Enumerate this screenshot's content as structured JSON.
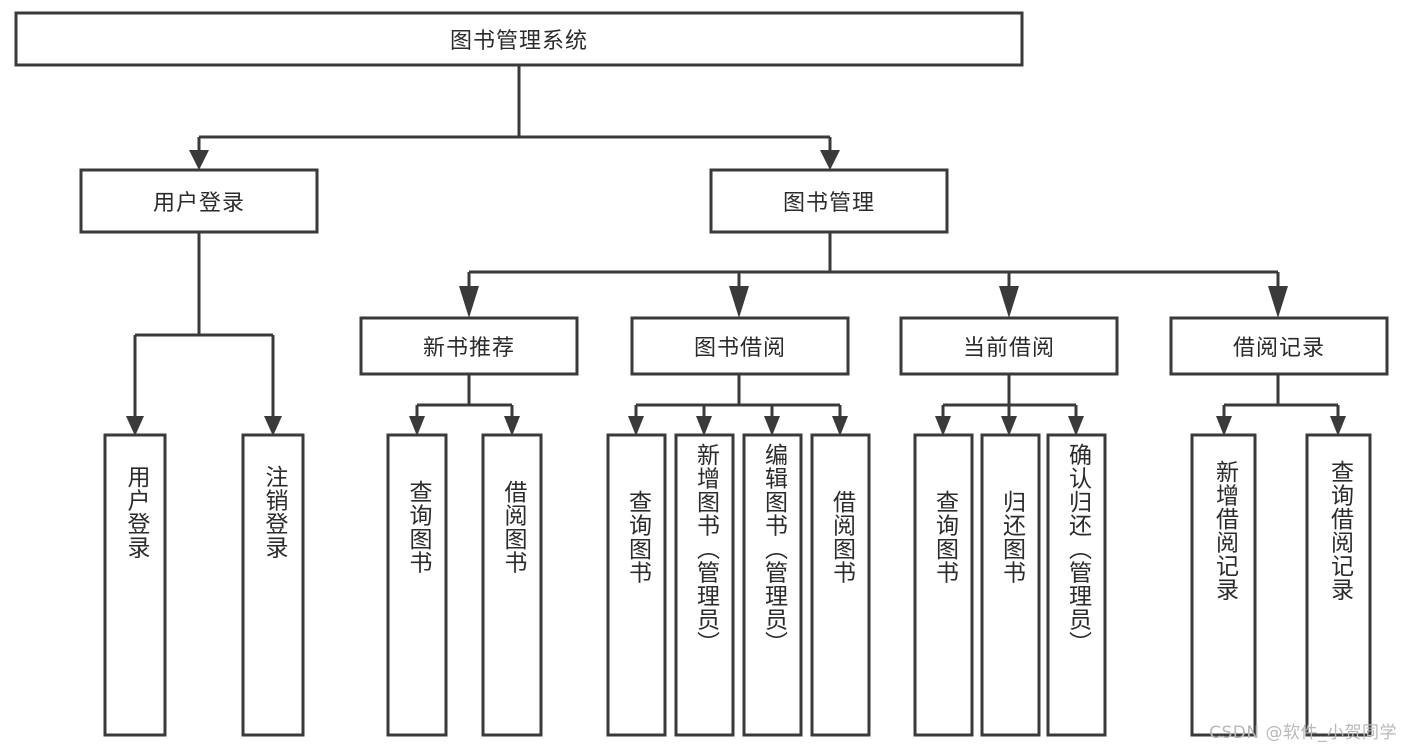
{
  "diagram": {
    "type": "tree-hierarchy",
    "title": "图书管理系统",
    "watermark": "CSDN @软件_小贺同学",
    "colors": {
      "box_stroke": "#3a3a3a",
      "box_fill": "#ffffff",
      "connector": "#3a3a3a",
      "text": "#2b2b2b",
      "background": "#ffffff",
      "watermark": "#b8b8b8"
    },
    "levels": {
      "root": "图书管理系统",
      "level2": [
        "用户登录",
        "图书管理"
      ],
      "level3": [
        "新书推荐",
        "图书借阅",
        "当前借阅",
        "借阅记录"
      ]
    },
    "nodes": {
      "root": {
        "label": "图书管理系统",
        "orientation": "horizontal"
      },
      "user_login": {
        "label": "用户登录",
        "orientation": "horizontal"
      },
      "book_manage": {
        "label": "图书管理",
        "orientation": "horizontal"
      },
      "new_book_rec": {
        "label": "新书推荐",
        "orientation": "horizontal"
      },
      "book_borrow": {
        "label": "图书借阅",
        "orientation": "horizontal"
      },
      "current_borrow": {
        "label": "当前借阅",
        "orientation": "horizontal"
      },
      "borrow_record": {
        "label": "借阅记录",
        "orientation": "horizontal"
      },
      "leaf_user_login": {
        "label": "用户登录",
        "orientation": "vertical"
      },
      "leaf_logout": {
        "label": "注销登录",
        "orientation": "vertical"
      },
      "leaf_query_book_1": {
        "label": "查询图书",
        "orientation": "vertical"
      },
      "leaf_borrow_book_1": {
        "label": "借阅图书",
        "orientation": "vertical"
      },
      "leaf_query_book_2": {
        "label": "查询图书",
        "orientation": "vertical"
      },
      "leaf_add_book": {
        "label": "新增图书（管理员）",
        "orientation": "vertical"
      },
      "leaf_edit_book": {
        "label": "编辑图书（管理员）",
        "orientation": "vertical"
      },
      "leaf_borrow_book_2": {
        "label": "借阅图书",
        "orientation": "vertical"
      },
      "leaf_query_book_3": {
        "label": "查询图书",
        "orientation": "vertical"
      },
      "leaf_return_book": {
        "label": "归还图书",
        "orientation": "vertical"
      },
      "leaf_confirm_return": {
        "label": "确认归还（管理员）",
        "orientation": "vertical"
      },
      "leaf_add_record": {
        "label": "新增借阅记录",
        "orientation": "vertical"
      },
      "leaf_query_record": {
        "label": "查询借阅记录",
        "orientation": "vertical"
      }
    },
    "edges": [
      {
        "from": "root",
        "to": "user_login"
      },
      {
        "from": "root",
        "to": "book_manage"
      },
      {
        "from": "user_login",
        "to": "leaf_user_login"
      },
      {
        "from": "user_login",
        "to": "leaf_logout"
      },
      {
        "from": "book_manage",
        "to": "new_book_rec"
      },
      {
        "from": "book_manage",
        "to": "book_borrow"
      },
      {
        "from": "book_manage",
        "to": "current_borrow"
      },
      {
        "from": "book_manage",
        "to": "borrow_record"
      },
      {
        "from": "new_book_rec",
        "to": "leaf_query_book_1"
      },
      {
        "from": "new_book_rec",
        "to": "leaf_borrow_book_1"
      },
      {
        "from": "book_borrow",
        "to": "leaf_query_book_2"
      },
      {
        "from": "book_borrow",
        "to": "leaf_add_book"
      },
      {
        "from": "book_borrow",
        "to": "leaf_edit_book"
      },
      {
        "from": "book_borrow",
        "to": "leaf_borrow_book_2"
      },
      {
        "from": "current_borrow",
        "to": "leaf_query_book_3"
      },
      {
        "from": "current_borrow",
        "to": "leaf_return_book"
      },
      {
        "from": "current_borrow",
        "to": "leaf_confirm_return"
      },
      {
        "from": "borrow_record",
        "to": "leaf_add_record"
      },
      {
        "from": "borrow_record",
        "to": "leaf_query_record"
      }
    ]
  }
}
